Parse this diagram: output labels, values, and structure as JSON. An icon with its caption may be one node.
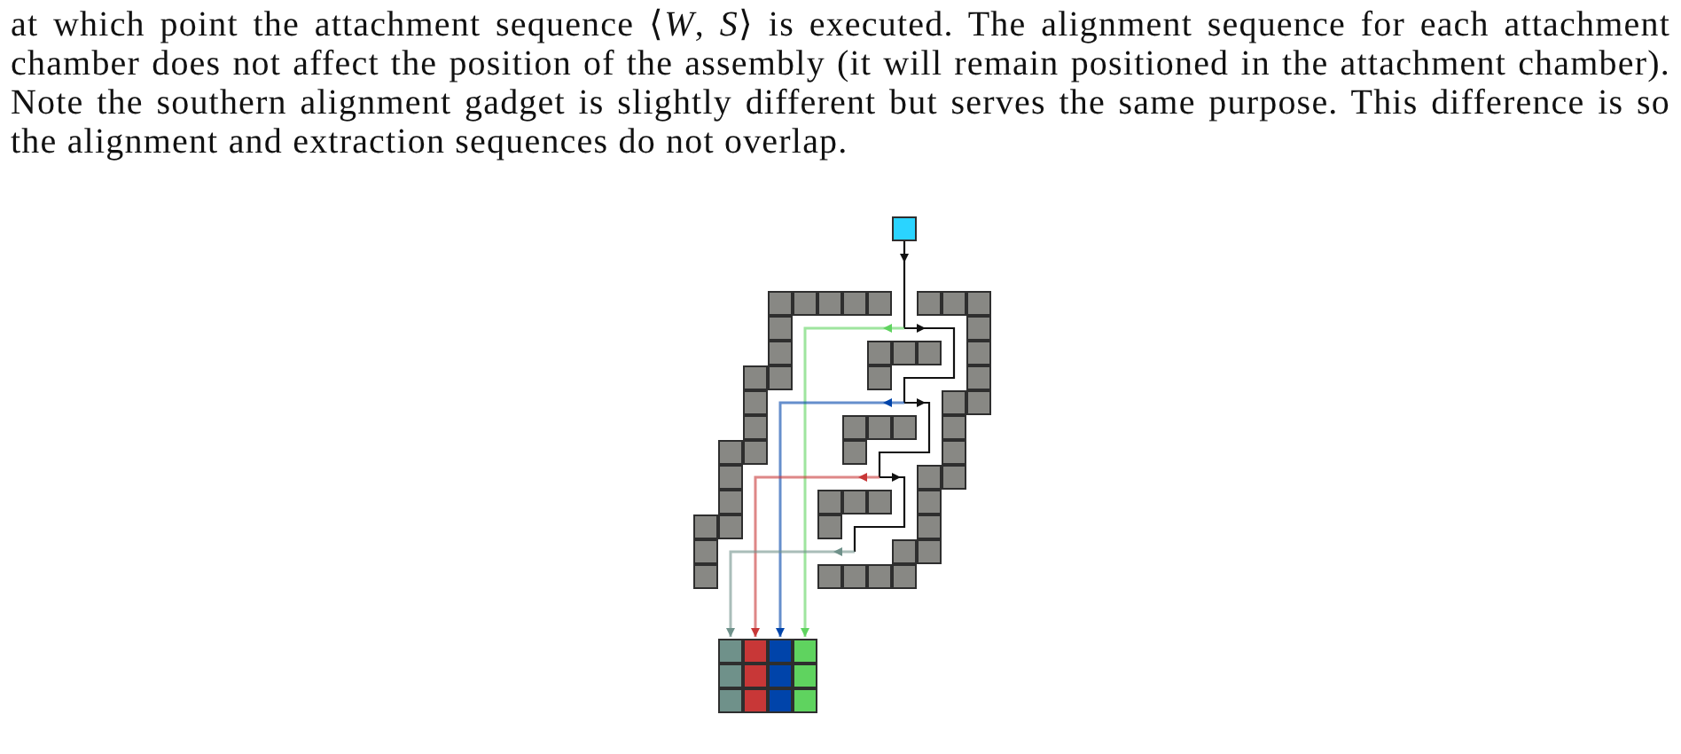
{
  "diagram": {
    "nodes": [
      {
        "text": [],
        "shape": "box"
      },
      {
        "text": [],
        "shape": "box"
      },
      {
        "text": [],
        "shape": "box"
      },
      {
        "text": [],
        "shape": "box"
      },
      {
        "text": [],
        "shape": "box"
      }
    ],
    "edges": [
      {
        "from": 0,
        "to": 4,
        "arrow": "to",
        "color": "#5fd35f"
      },
      {
        "from": 0,
        "to": 3,
        "arrow": "to",
        "color": "#0044aa"
      },
      {
        "from": 0,
        "to": 2,
        "arrow": "to",
        "color": "#c83737"
      },
      {
        "from": 0,
        "to": 1,
        "arrow": "to",
        "color": "#6f918a"
      }
    ],
    "labels": [
      "at which point the attachment sequence ⟨*W*, *S*⟩ is executed. The alignment sequence for each attachment chamber does not affect the position of the assembly (it will remain positioned in the attachment chamber). Note the southern alignment gadget is slightly different but serves the same purpose. This difference is so the alignment and extraction sequences do not overlap."
    ]
  }
}
